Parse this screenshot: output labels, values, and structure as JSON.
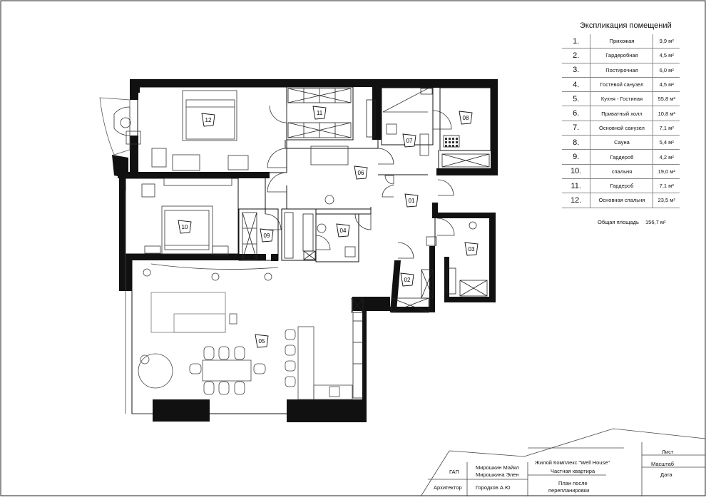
{
  "legend": {
    "title": "Экспликация помещений",
    "rows": [
      {
        "num": "1.",
        "name": "Прихожая",
        "area": "9,9 м²"
      },
      {
        "num": "2.",
        "name": "Гардеробная",
        "area": "4,5 м²"
      },
      {
        "num": "3.",
        "name": "Постирочная",
        "area": "6,0 м²"
      },
      {
        "num": "4.",
        "name": "Гостевой санузел",
        "area": "4,5 м²"
      },
      {
        "num": "5.",
        "name": "Кухня -  Гостиная",
        "area": "55,8 м²"
      },
      {
        "num": "6.",
        "name": "Приватный холл",
        "area": "10,8 м²"
      },
      {
        "num": "7.",
        "name": "Основной санузел",
        "area": "7,1 м²"
      },
      {
        "num": "8.",
        "name": "Сауна",
        "area": "5,4 м²"
      },
      {
        "num": "9.",
        "name": "Гардероб",
        "area": "4,2 м²"
      },
      {
        "num": "10.",
        "name": "спальня",
        "area": "19,0 м²"
      },
      {
        "num": "11.",
        "name": "Гардероб",
        "area": "7,1 м²"
      },
      {
        "num": "12.",
        "name": "Основная спальня",
        "area": "23,5 м²"
      }
    ],
    "total_label": "Общая площадь",
    "total_value": "156,7 м²"
  },
  "rooms": [
    "01",
    "02",
    "03",
    "04",
    "05",
    "06",
    "07",
    "08",
    "09",
    "10",
    "11",
    "12"
  ],
  "title_block": {
    "gap_label": "ГАП",
    "gap_names": [
      "Мирошкин Майкл",
      "Мирошкина Элен"
    ],
    "architect_label": "Архитектор",
    "architect_name": "Городков А.Ю",
    "project": "Жилой Комплекс \"Well House\"",
    "object": "Частная квартира",
    "drawing_lines": [
      "План после",
      "перепланировки"
    ],
    "sheet_label": "Лист",
    "scale_label": "Масштаб",
    "date_label": "Дата"
  }
}
